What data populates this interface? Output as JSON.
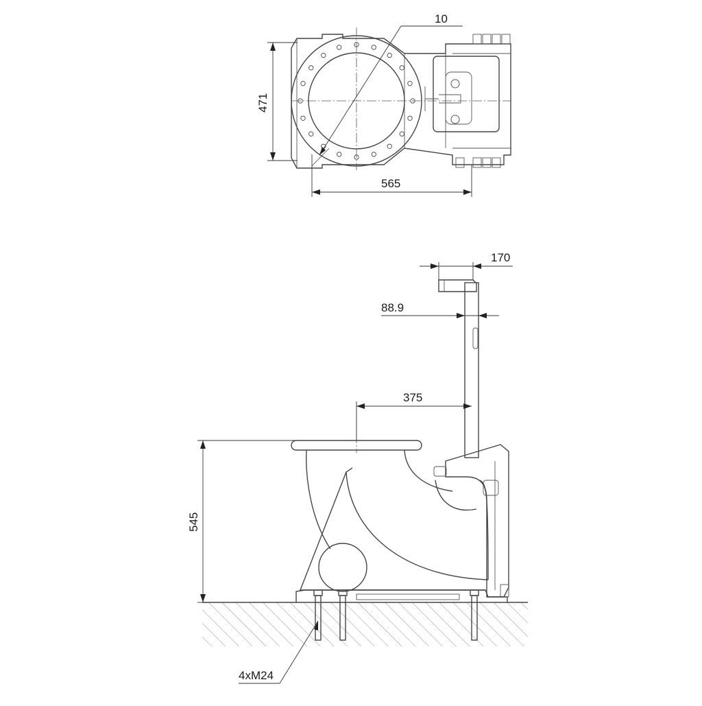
{
  "dimensions": {
    "top_view": {
      "flange_thickness": "10",
      "width": "471",
      "length": "565"
    },
    "side_view": {
      "bracket_offset": "170",
      "pipe_diameter": "88.9",
      "pipe_to_center": "375",
      "height": "545"
    }
  },
  "callouts": {
    "anchor_bolts": "4xM24"
  }
}
